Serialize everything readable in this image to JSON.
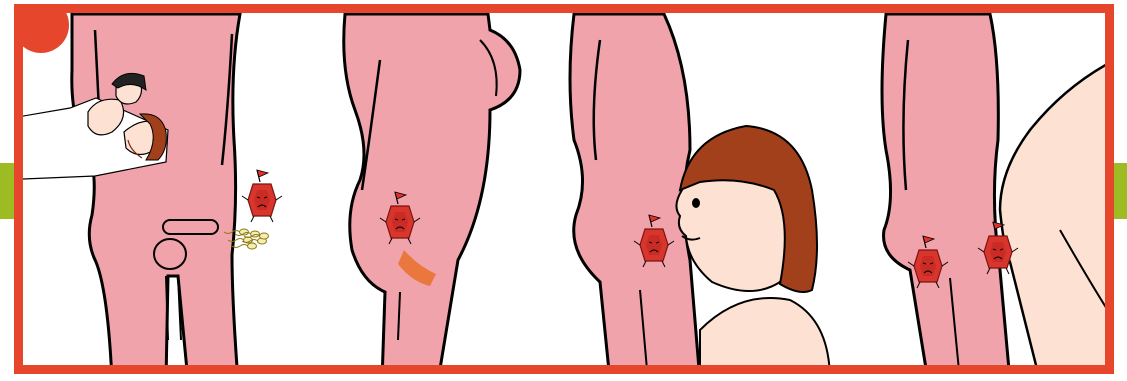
{
  "colors": {
    "frame": "#e5462c",
    "accent": "#9dbb22",
    "skin_pink": "#f0a3ab",
    "skin_light": "#fde1d2",
    "hair": "#a3401c",
    "germ": "#d8362d"
  },
  "icons": {
    "corner": "no-entry-icon",
    "germ": "germ-icon",
    "sperm": "sperm-icon",
    "couple": "couple-in-bed-icon"
  },
  "panels": [
    {
      "id": "vaginal",
      "depicts": "couple-in-bed-icon"
    },
    {
      "id": "anal",
      "depicts": "germ-icon"
    },
    {
      "id": "oral",
      "depicts": "germ-icon"
    },
    {
      "id": "anal-partner",
      "depicts": "germ-icon"
    }
  ]
}
